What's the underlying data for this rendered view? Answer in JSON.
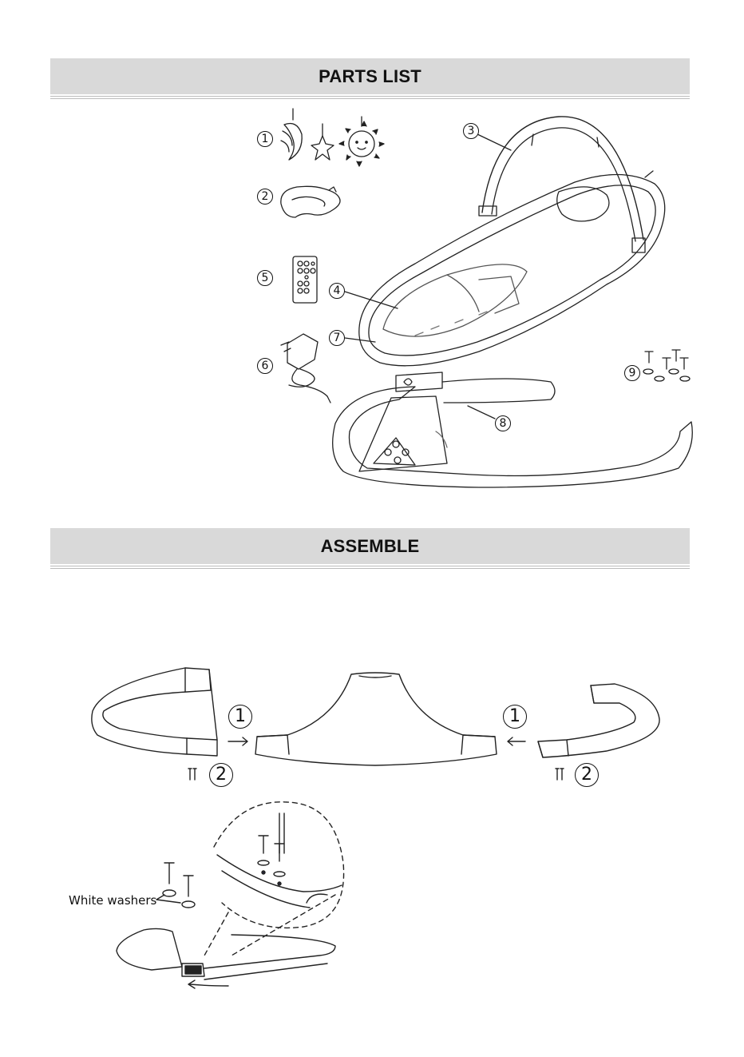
{
  "headers": {
    "parts_list": "PARTS LIST",
    "assemble": "ASSEMBLE"
  },
  "parts": {
    "n1": "1",
    "n2": "2",
    "n3": "3",
    "n4": "4",
    "n5": "5",
    "n6": "6",
    "n7": "7",
    "n8": "8",
    "n9": "9"
  },
  "assemble": {
    "step1_left": "1",
    "step1_right": "1",
    "step2_left": "2",
    "step2_right": "2",
    "washers_label": "White washers"
  },
  "icons": [
    "mobile-toys-icon",
    "pillow-icon",
    "remote-icon",
    "adapter-icon",
    "arch-icon",
    "swing-seat-icon",
    "screws-icon",
    "base-icon",
    "screw-icon",
    "arrow-icon"
  ]
}
